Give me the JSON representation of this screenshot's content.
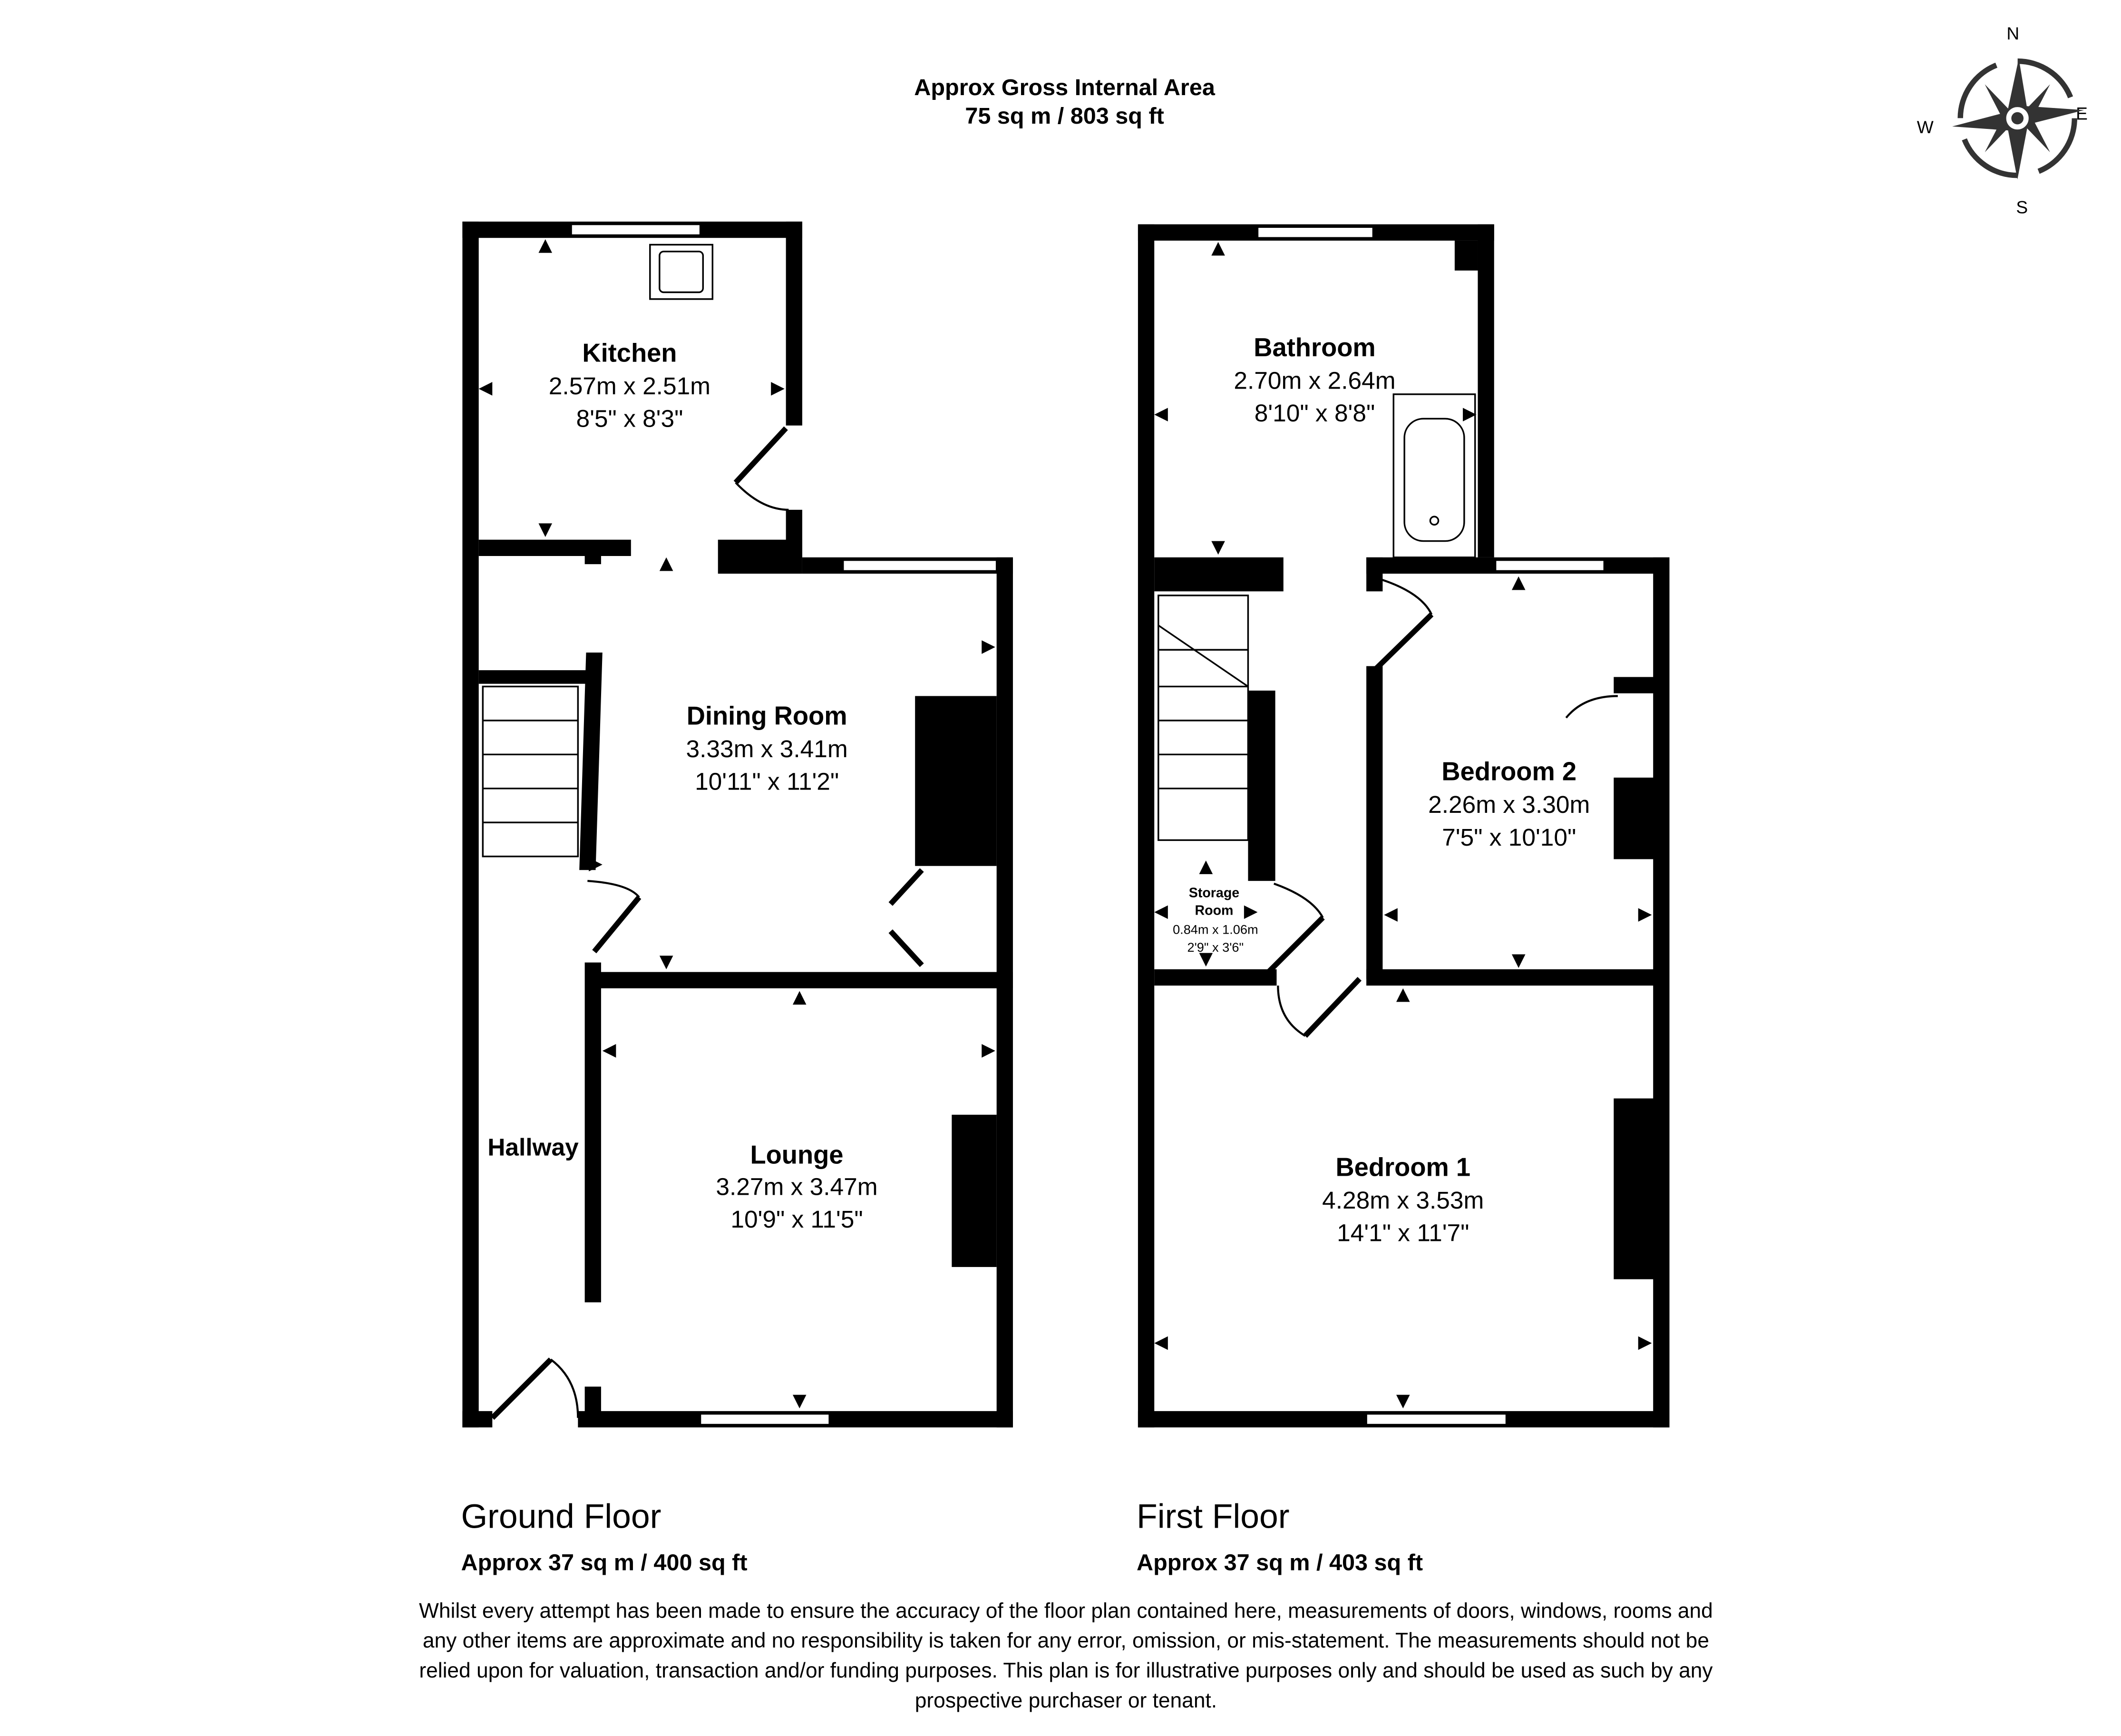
{
  "header": {
    "title": "Approx Gross Internal Area",
    "area": "75 sq m / 803 sq ft"
  },
  "compass": {
    "n": "N",
    "e": "E",
    "s": "S",
    "w": "W"
  },
  "ground_floor": {
    "label": "Ground Floor",
    "area": "Approx 37 sq m / 400 sq ft",
    "rooms": [
      {
        "name": "Kitchen",
        "metric": "2.57m x 2.51m",
        "imperial": "8'5\" x 8'3\""
      },
      {
        "name": "Dining Room",
        "metric": "3.33m x 3.41m",
        "imperial": "10'11\" x 11'2\""
      },
      {
        "name": "Lounge",
        "metric": "3.27m x 3.47m",
        "imperial": "10'9\" x 11'5\""
      },
      {
        "name": "Hallway"
      }
    ]
  },
  "first_floor": {
    "label": "First Floor",
    "area": "Approx 37 sq m / 403 sq ft",
    "rooms": [
      {
        "name": "Bathroom",
        "metric": "2.70m x 2.64m",
        "imperial": "8'10\" x 8'8\""
      },
      {
        "name": "Bedroom 2",
        "metric": "2.26m x 3.30m",
        "imperial": "7'5\" x 10'10\""
      },
      {
        "name": "Storage",
        "name2": "Room",
        "metric": "0.84m x 1.06m",
        "imperial": "2'9\" x 3'6\""
      },
      {
        "name": "Bedroom 1",
        "metric": "4.28m x 3.53m",
        "imperial": "14'1\" x 11'7\""
      }
    ]
  },
  "disclaimer": [
    "Whilst every attempt has been made to ensure the accuracy of the floor plan contained here, measurements of doors, windows, rooms and",
    "any other items are approximate and no responsibility is taken for any error, omission, or mis-statement. The measurements should not be",
    "relied upon for valuation, transaction and/or funding purposes. This plan is for illustrative purposes only and should be used as such by any",
    "prospective purchaser or tenant."
  ]
}
